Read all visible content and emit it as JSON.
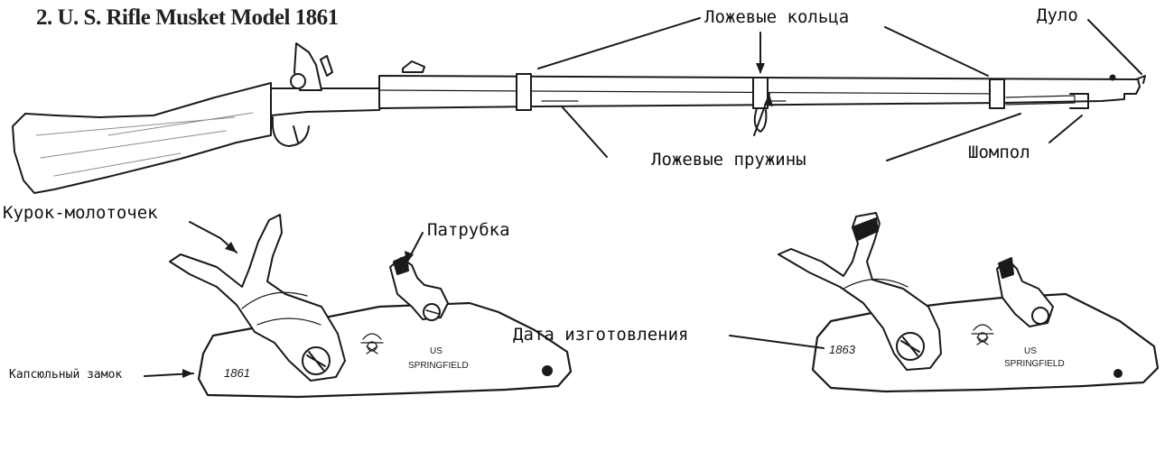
{
  "title": "2. U. S. Rifle Musket Model 1861",
  "labels": {
    "stock_rings": "Ложевые кольца",
    "muzzle": "Дуло",
    "stock_springs": "Ложевые пружины",
    "ramrod": "Шомпол",
    "hammer": "Курок-молоточек",
    "nipple": "Патрубка",
    "manufacture_date": "Дата изготовления",
    "percussion_lock": "Капсюльный замок"
  },
  "engravings": {
    "left_lock_year": "1861",
    "right_lock_year": "1863",
    "maker_line1": "US",
    "maker_line2": "SPRINGFIELD"
  },
  "colors": {
    "ink": "#1a1a1a",
    "background": "#ffffff"
  }
}
